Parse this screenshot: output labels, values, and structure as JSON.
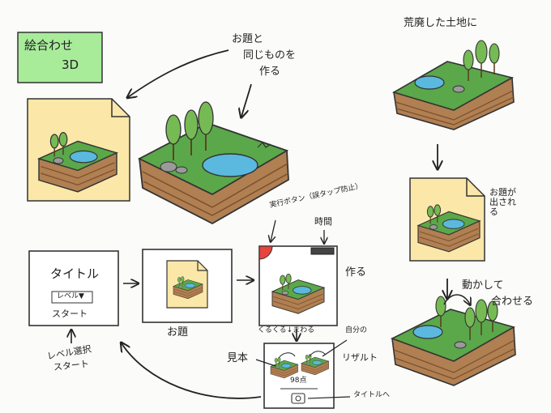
{
  "logo": {
    "line1": "絵合わせ",
    "line2": "3D"
  },
  "notes": {
    "odai_line1": "お題と",
    "odai_line2": "同じものを",
    "odai_line3": "作る",
    "wasteland": "荒廃した土地に",
    "odai_dasareru": "お題が出される",
    "ugokashite_line1": "動かして",
    "ugokashite_line2": "合わせる",
    "kettei_button": "実行ボタン（誤タップ防止）",
    "jikan": "時間",
    "tsukuru": "作る",
    "odai_caption": "お題",
    "kurukuru": "くるくる↓まわる",
    "jibun": "自分の",
    "result": "リザルト",
    "mihon": "見本",
    "to_title": "タイトルへ",
    "level_select_line1": "レベル選択",
    "level_select_line2": "スタート"
  },
  "title_screen": {
    "title": "タイトル",
    "level_button": "レベル▼",
    "start": "スタート"
  },
  "result_screen": {
    "score": "98点"
  },
  "colors": {
    "grass": "#5aa84a",
    "soil": "#b07f52",
    "soil_stripe": "#7a4e2c",
    "pond": "#5bb8de",
    "tree": "#76ba54",
    "logo_bg": "#a8ec9a",
    "paper": "#fbe7a8",
    "red_button": "#e8433d"
  }
}
